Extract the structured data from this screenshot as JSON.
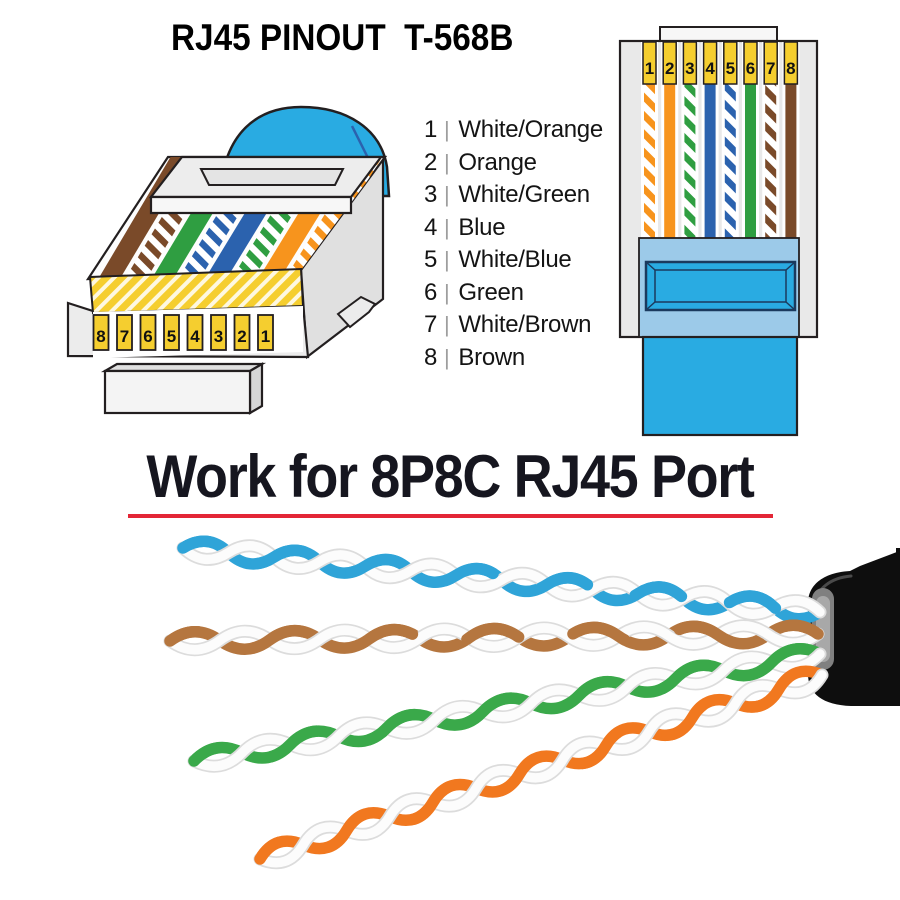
{
  "header": {
    "title": "RJ45 PINOUT  T-568B"
  },
  "banner": {
    "text": "Work for 8P8C RJ45 Port"
  },
  "pin_list": {
    "separator": "|",
    "items": [
      {
        "number": "1",
        "label": "White/Orange"
      },
      {
        "number": "2",
        "label": "Orange"
      },
      {
        "number": "3",
        "label": "White/Green"
      },
      {
        "number": "4",
        "label": "Blue"
      },
      {
        "number": "5",
        "label": "White/Blue"
      },
      {
        "number": "6",
        "label": "Green"
      },
      {
        "number": "7",
        "label": "White/Brown"
      },
      {
        "number": "8",
        "label": "Brown"
      }
    ]
  },
  "connectors": {
    "left": {
      "view": "side-3d",
      "pin_numbers": [
        "8",
        "7",
        "6",
        "5",
        "4",
        "3",
        "2",
        "1"
      ]
    },
    "right": {
      "view": "front",
      "pin_numbers": [
        "1",
        "2",
        "3",
        "4",
        "5",
        "6",
        "7",
        "8"
      ]
    }
  },
  "photo": {
    "pairs": [
      "blue-white",
      "brown-white",
      "green-white",
      "orange-white"
    ]
  },
  "colors": {
    "yellow": "#f5ce2f",
    "cyan": "#29abe2",
    "lightblue": "#9ccae9",
    "orange": "#f7941d",
    "green": "#2f9e41",
    "blue": "#2b62ae",
    "brown": "#7a4a29",
    "red": "#e32636",
    "photoblue": "#2fa4d8",
    "photobrown": "#b5763f",
    "photogreen": "#3aa94a",
    "photoorange": "#f1781f",
    "jacket": "#0e0e0e"
  }
}
